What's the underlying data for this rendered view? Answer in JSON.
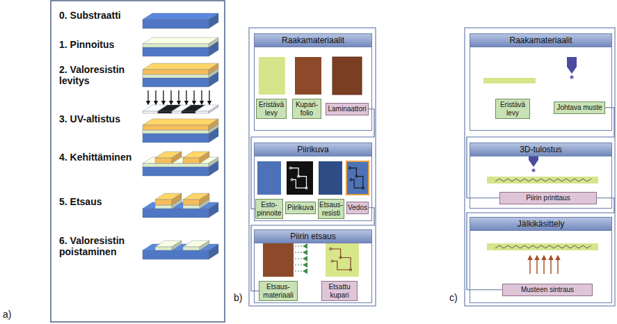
{
  "diagram": {
    "nodes": [
      {
        "text": [
          "Raakamateriaalit"
        ]
      },
      {
        "text": [
          "Eristävä levy"
        ],
        "in": 0
      },
      {
        "text": [
          "Kupari- folio"
        ],
        "in": 0
      },
      {
        "text": [
          "Laminaattori"
        ],
        "in": 0
      },
      {
        "text": [
          "Piirikuva"
        ]
      },
      {
        "text": [
          "Esto- pinnoite"
        ],
        "in": 4
      },
      {
        "text": [
          "Piirikuva"
        ],
        "in": 4
      },
      {
        "text": [
          "Etsaus- resisti"
        ],
        "in": 4
      },
      {
        "text": [
          "Vedos"
        ],
        "in": 4
      },
      {
        "text": [
          "Piirin etsaus"
        ]
      },
      {
        "text": [
          "Etsaus- materiaali"
        ],
        "in": 9
      },
      {
        "text": [
          "Etsattu kupari"
        ],
        "in": 9
      },
      {
        "text": [
          "Raakamateriaalit"
        ]
      },
      {
        "text": [
          "Eristävä levy"
        ],
        "in": 12
      },
      {
        "text": [
          "Johtava muste"
        ],
        "in": 12
      },
      {
        "text": [
          "3D-tulostus"
        ]
      },
      {
        "text": [
          "Piirin printtaus"
        ],
        "in": 15
      },
      {
        "text": [
          "Jälkikäsittely"
        ]
      },
      {
        "text": [
          "Musteen sintraus"
        ],
        "in": 17
      }
    ],
    "edges": [
      {
        "from": 3,
        "to": 5,
        "arrow": "none"
      },
      {
        "from": 8,
        "to": 10,
        "arrow": "none"
      },
      {
        "from": 14,
        "to": 16,
        "arrow": "none"
      },
      {
        "from": 16,
        "to": 18,
        "arrow": "none"
      }
    ],
    "labels": [
      "a)",
      "0. Substraatti",
      "1. Pinnoitus",
      "2. Valoresistin levitys",
      "3. UV-altistus",
      "4. Kehittäminen",
      "5. Etsaus",
      "6. Valoresistin poistaminen",
      "b)",
      "c)"
    ]
  }
}
